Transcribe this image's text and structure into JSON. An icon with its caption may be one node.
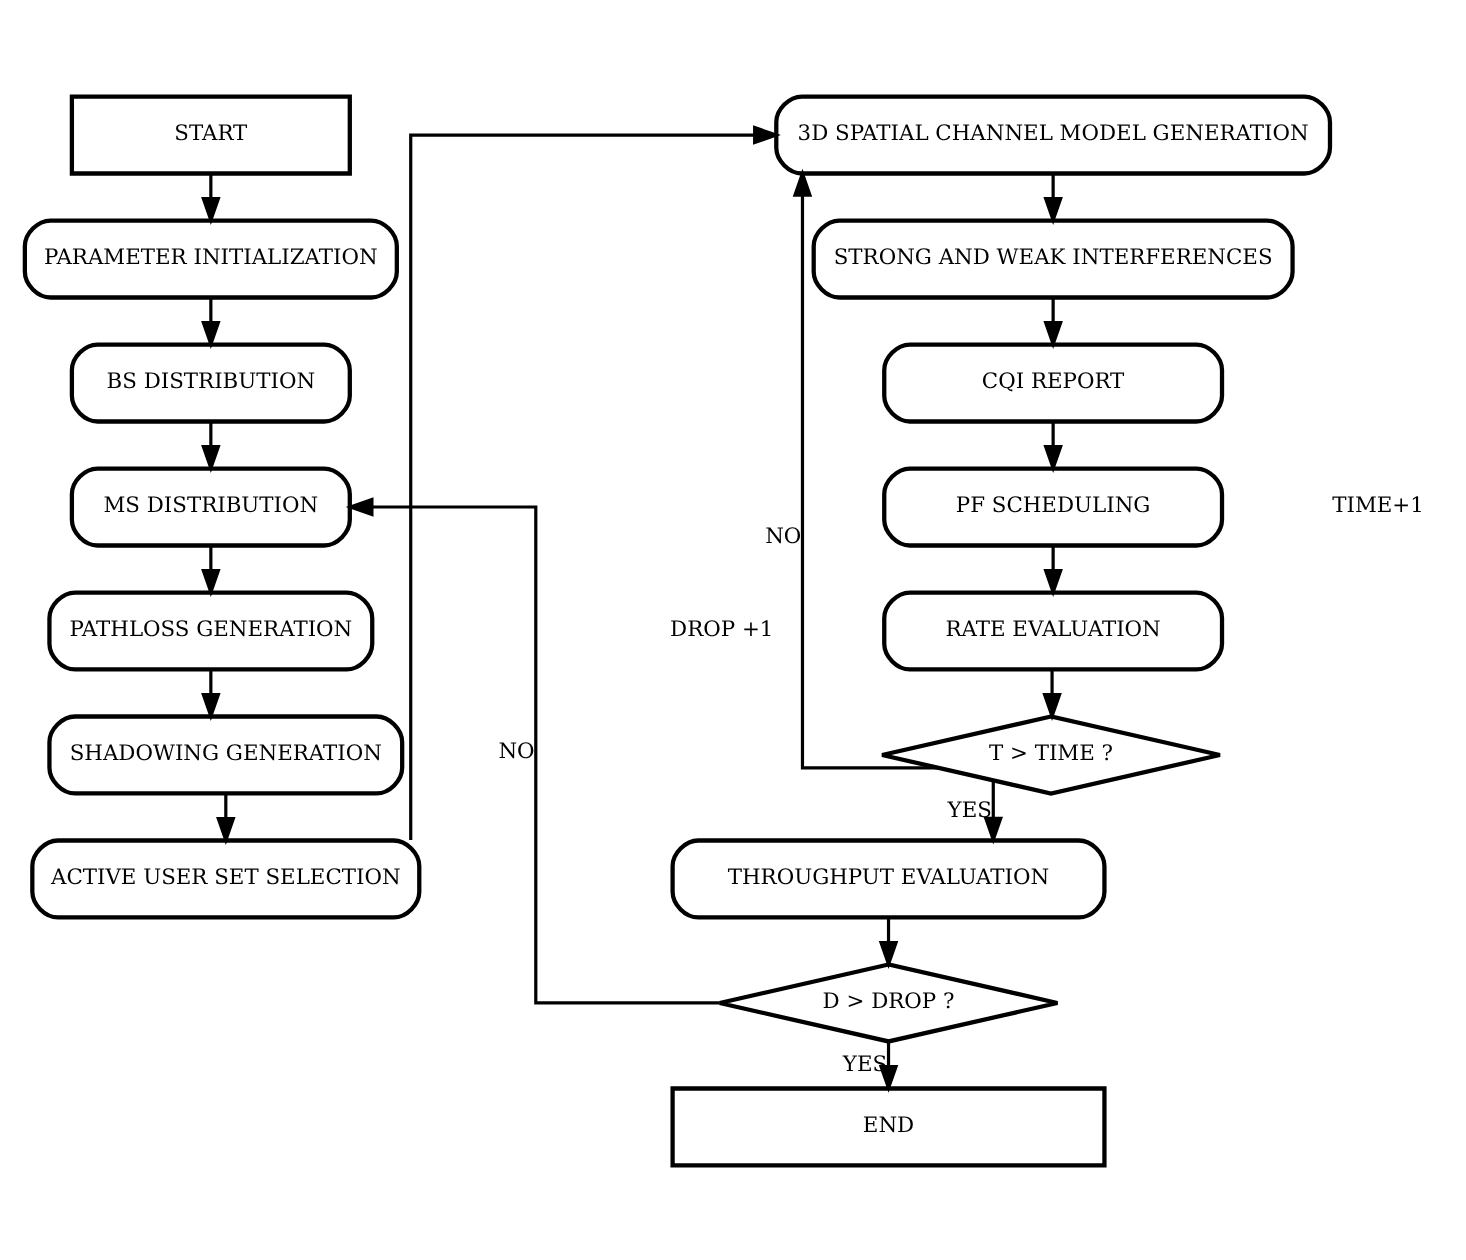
{
  "diagram": {
    "nodes": [
      {
        "text": [
          "START"
        ]
      },
      {
        "text": [
          "PARAMETER INITIALIZATION"
        ]
      },
      {
        "text": [
          "BS DISTRIBUTION"
        ]
      },
      {
        "text": [
          "MS DISTRIBUTION"
        ]
      },
      {
        "text": [
          "PATHLOSS GENERATION"
        ]
      },
      {
        "text": [
          "SHADOWING GENERATION"
        ]
      },
      {
        "text": [
          "ACTIVE USER SET SELECTION"
        ]
      },
      {
        "text": [
          "3D SPATIAL CHANNEL MODEL GENERATION"
        ]
      },
      {
        "text": [
          "STRONG AND WEAK INTERFERENCES"
        ]
      },
      {
        "text": [
          "CQI REPORT"
        ]
      },
      {
        "text": [
          "PF SCHEDULING"
        ]
      },
      {
        "text": [
          "RATE EVALUATION"
        ]
      },
      {
        "text": [
          "T > TIME ?"
        ]
      },
      {
        "text": [
          "THROUGHPUT EVALUATION"
        ]
      },
      {
        "text": [
          "D > DROP ?"
        ]
      },
      {
        "text": [
          "END"
        ]
      }
    ],
    "edges": [
      {
        "from": 0,
        "to": 1,
        "arrow": "to"
      },
      {
        "from": 1,
        "to": 2,
        "arrow": "to"
      },
      {
        "from": 2,
        "to": 3,
        "arrow": "to"
      },
      {
        "from": 3,
        "to": 4,
        "arrow": "to"
      },
      {
        "from": 4,
        "to": 5,
        "arrow": "to"
      },
      {
        "from": 5,
        "to": 6,
        "arrow": "to"
      },
      {
        "from": 6,
        "to": 7,
        "arrow": "to"
      },
      {
        "from": 7,
        "to": 8,
        "arrow": "to"
      },
      {
        "from": 8,
        "to": 9,
        "arrow": "to"
      },
      {
        "from": 9,
        "to": 10,
        "arrow": "to"
      },
      {
        "from": 10,
        "to": 11,
        "arrow": "to"
      },
      {
        "from": 11,
        "to": 12,
        "arrow": "to"
      },
      {
        "from": 12,
        "to": 7,
        "label": "NO",
        "arrow": "to"
      },
      {
        "from": 12,
        "to": 13,
        "label": "YES",
        "arrow": "to"
      },
      {
        "from": 13,
        "to": 14,
        "arrow": "to"
      },
      {
        "from": 14,
        "to": 3,
        "label": "NO",
        "arrow": "to"
      },
      {
        "from": 14,
        "to": 15,
        "label": "YES",
        "arrow": "to"
      }
    ],
    "labels": [
      "TIME+1",
      "DROP +1"
    ]
  }
}
